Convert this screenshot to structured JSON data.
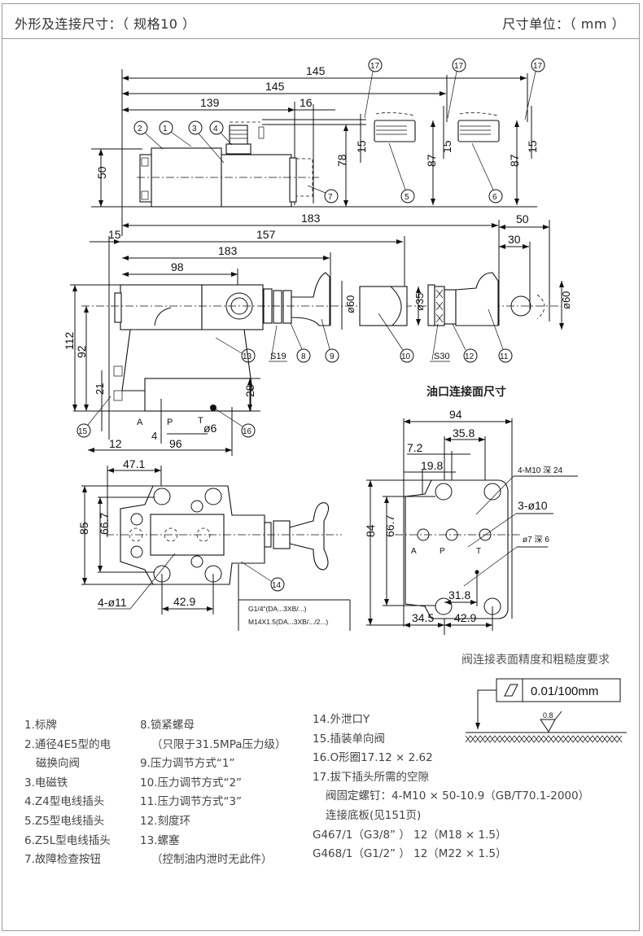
{
  "header": {
    "title": "外形及连接尺寸：（ 规格10 ）",
    "unit": "尺寸单位：（ mm ）"
  },
  "drawing": {
    "top_view": {
      "dims": {
        "d145a": "145",
        "d145b": "145",
        "d139": "139",
        "d16": "16",
        "d50": "50",
        "d78": "78",
        "d15a": "15",
        "d87a": "87",
        "d15b": "15",
        "d87b": "87",
        "d15c": "15"
      },
      "callouts": [
        "1",
        "2",
        "3",
        "4",
        "5",
        "6",
        "7",
        "17",
        "17",
        "17"
      ]
    },
    "side_view": {
      "dims": {
        "d183a": "183",
        "d157": "157",
        "d183b": "183",
        "d98": "98",
        "d15": "15",
        "d50": "50",
        "d30": "30",
        "d112": "112",
        "d92": "92",
        "d60a": "ø60",
        "d35": "ø35",
        "d60b": "ø60",
        "d28": "28",
        "d21": "21",
        "d12": "12",
        "d4": "4",
        "d96": "96",
        "d6": "ø6"
      },
      "wrench_sizes": [
        "S19",
        "S30"
      ],
      "port_labels": [
        "A",
        "P",
        "T"
      ],
      "callouts": [
        "8",
        "9",
        "10",
        "11",
        "12",
        "13",
        "15",
        "16"
      ]
    },
    "plan_view": {
      "dims": {
        "d47_1": "47.1",
        "d85": "85",
        "d66_7": "66.7",
        "d4_11": "4-ø11",
        "d42_9": "42.9"
      },
      "callouts": [
        "14"
      ],
      "port_notes": [
        "G1/4\"(DA...3XB/...)",
        "M14X1.5(DA...3XB/.../2...)"
      ]
    },
    "port_face": {
      "title": "油口连接面尺寸",
      "dims": {
        "d94": "94",
        "d35_8": "35.8",
        "d7_2": "7.2",
        "d19_8": "19.8",
        "d84": "84",
        "d66_7": "66.7",
        "d31_8": "31.8",
        "d34_5": "34.5",
        "d42_9": "42.9"
      },
      "notes": {
        "thread": "4-M10 深 24",
        "holes": "3-ø10",
        "pin": "ø7 深 6"
      },
      "port_labels": [
        "A",
        "P",
        "T"
      ]
    },
    "surface": {
      "title": "阀连接表面精度和粗糙度要求",
      "flatness": "0.01/100mm",
      "roughness": "0.8"
    }
  },
  "legend": {
    "col1": [
      "1.标牌",
      "2.通径4E5型的电",
      "磁换向阀",
      "3.电磁铁",
      "4.Z4型电线插头",
      "5.Z5型电线插头",
      "6.Z5L型电线插头",
      "7.故障检查按钮"
    ],
    "col2": [
      "8.锁紧螺母",
      "（只限于31.5MPa压力级）",
      "9.压力调节方式“1”",
      "10.压力调节方式“2”",
      "11.压力调节方式“3”",
      "12.刻度环",
      "13.螺塞",
      "（控制油内泄时无此件）"
    ],
    "col3": [
      "14.外泄口Y",
      "15.插装单向阀",
      "16.O形圈17.12 × 2.62",
      "17.拔下插头所需的空隙",
      "阀固定螺钉：4-M10 × 50-10.9（GB/T70.1-2000）",
      "连接底板(见151页)",
      "G467/1（G3/8” ）  12（M18 × 1.5）",
      "G468/1（G1/2” ）  12（M22 × 1.5）"
    ]
  }
}
